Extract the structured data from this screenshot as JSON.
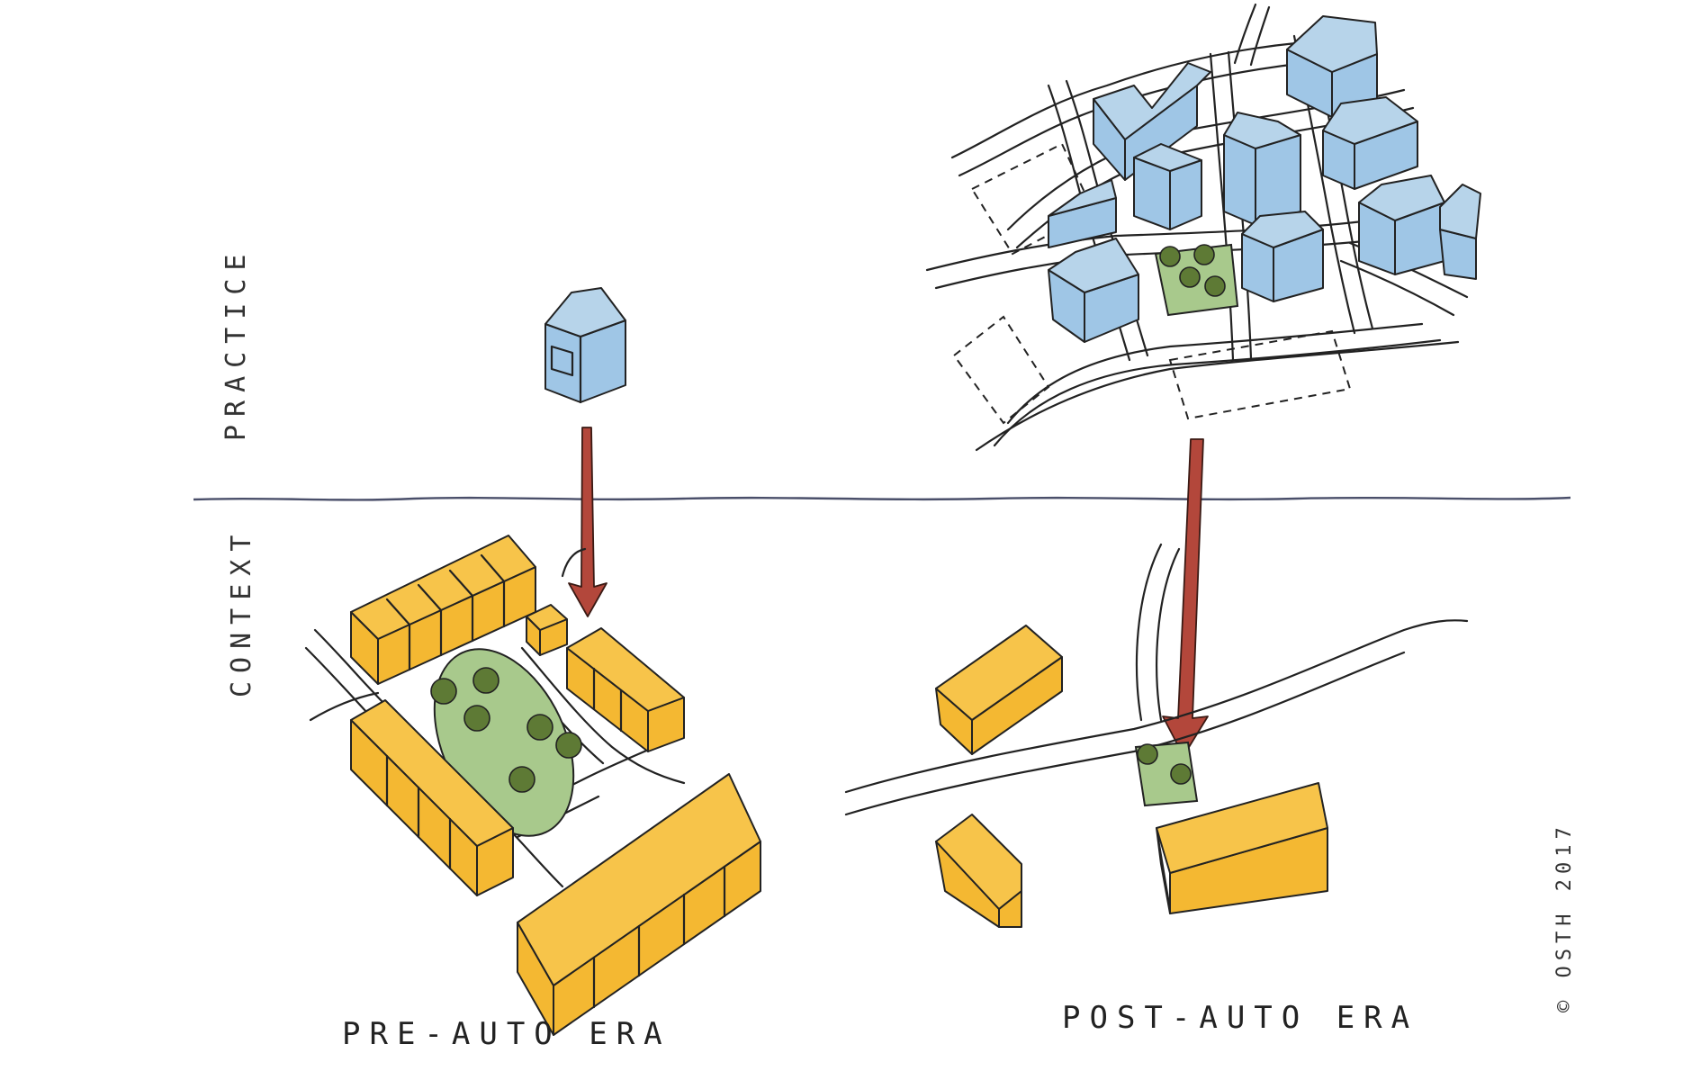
{
  "labels": {
    "practice": "PRACTICE",
    "context": "CONTEXT",
    "pre_auto": "PRE-AUTO ERA",
    "post_auto": "POST-AUTO ERA",
    "copyright": "© OSTH 2017"
  },
  "colors": {
    "context_buildings": "#f4b832",
    "practice_buildings": "#9fc6e6",
    "green_space": "#a8c98c",
    "trees": "#5e7a35",
    "arrows": "#b3473b",
    "divider": "#4a4f6a"
  }
}
